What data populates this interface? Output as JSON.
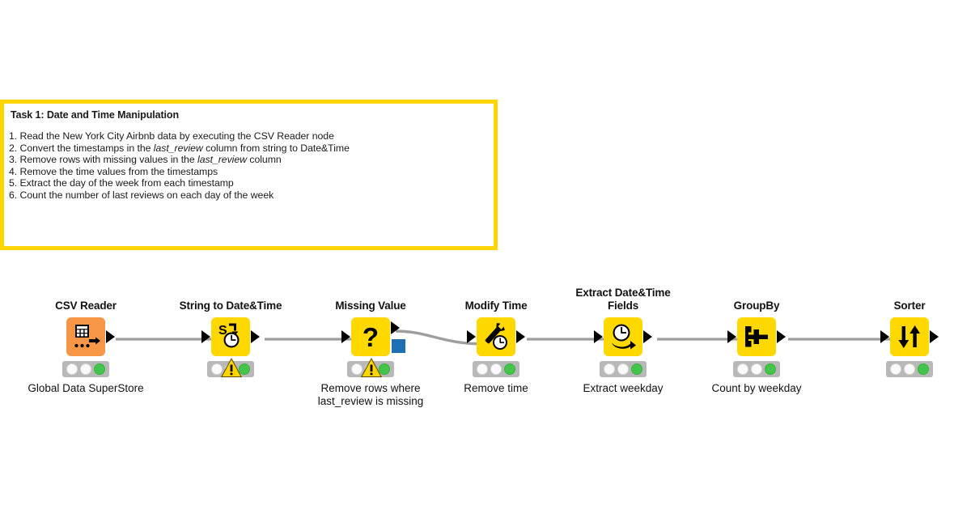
{
  "annotation": {
    "title": "Task 1: Date and Time Manipulation",
    "border_color": "#FFD500",
    "lines": [
      "1. Read the New York City Airbnb data by executing the CSV Reader node",
      "2. Convert the timestamps in the last_review  column from string to Date&Time",
      "3. Remove rows with missing values in the  last_review  column",
      "4. Remove the time values from the timestamps",
      "5. Extract the day of the week from each timestamp",
      "6. Count the number of last reviews on each day of the week"
    ],
    "line_parts": [
      [
        {
          "t": "1. Read the New York City Airbnb data by executing the CSV Reader node",
          "i": false
        }
      ],
      [
        {
          "t": "2. Convert the timestamps in the ",
          "i": false
        },
        {
          "t": "last_review",
          "i": true
        },
        {
          "t": "  column from string to Date&Time",
          "i": false
        }
      ],
      [
        {
          "t": "3. Remove rows with missing values in the  ",
          "i": false
        },
        {
          "t": "last_review",
          "i": true
        },
        {
          "t": "  column",
          "i": false
        }
      ],
      [
        {
          "t": "4. Remove the time values from the timestamps",
          "i": false
        }
      ],
      [
        {
          "t": "5. Extract the day of the week from each timestamp",
          "i": false
        }
      ],
      [
        {
          "t": "6. Count the number of last reviews on each day of the week",
          "i": false
        }
      ]
    ]
  },
  "workflow": {
    "node_color": "#FFD800",
    "reader_color": "#F79646",
    "edge_color": "#9E9E9E",
    "warning_color": "#FFD500",
    "ok_color": "#44C44B",
    "nodes": [
      {
        "title": "CSV Reader",
        "icon": "csv-table-icon",
        "sublabel": "Global Data SuperStore",
        "status": "executed",
        "has_warning": false,
        "color": "orange",
        "has_input_port": false,
        "extra_port": "none"
      },
      {
        "title": "String to Date&Time",
        "icon": "string-to-datetime-icon",
        "sublabel": "",
        "status": "executed",
        "has_warning": true,
        "color": "yellow",
        "has_input_port": true,
        "extra_port": "none"
      },
      {
        "title": "Missing Value",
        "icon": "question-mark-icon",
        "sublabel": "Remove rows where\nlast_review is missing",
        "status": "executed",
        "has_warning": true,
        "color": "yellow",
        "has_input_port": true,
        "extra_port": "blue-square"
      },
      {
        "title": "Modify Time",
        "icon": "wrench-clock-icon",
        "sublabel": "Remove time",
        "status": "executed",
        "has_warning": false,
        "color": "yellow",
        "has_input_port": true,
        "extra_port": "none"
      },
      {
        "title": "Extract Date&Time\nFields",
        "icon": "clock-arrow-icon",
        "sublabel": "Extract weekday",
        "status": "executed",
        "has_warning": false,
        "color": "yellow",
        "has_input_port": true,
        "extra_port": "none"
      },
      {
        "title": "GroupBy",
        "icon": "groupby-merge-icon",
        "sublabel": "Count by weekday",
        "status": "executed",
        "has_warning": false,
        "color": "yellow",
        "has_input_port": true,
        "extra_port": "none"
      },
      {
        "title": "Sorter",
        "icon": "sort-arrows-icon",
        "sublabel": "",
        "status": "executed",
        "has_warning": false,
        "color": "yellow",
        "has_input_port": true,
        "extra_port": "none"
      }
    ]
  }
}
